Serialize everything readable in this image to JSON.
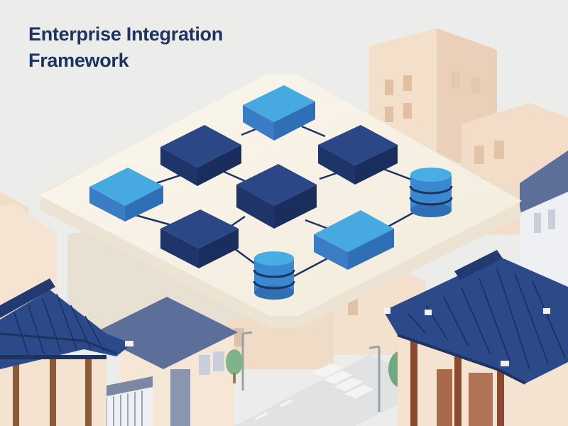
{
  "title": {
    "line1": "Enterprise Integration",
    "line2": "Framework"
  },
  "colors": {
    "background": "#ececeb",
    "title": "#1d3461",
    "platform": "#f7f1e6",
    "navy": "#263f7a",
    "blue": "#3fa0d6",
    "line": "#1d3461",
    "building_light": "#f6e2cf",
    "roof": "#2d4a88"
  },
  "illustration": {
    "platform": "network-platform",
    "nodes": [
      {
        "name": "node-top",
        "kind": "block",
        "tone": "blue"
      },
      {
        "name": "node-upper-left",
        "kind": "block",
        "tone": "navy"
      },
      {
        "name": "node-upper-right",
        "kind": "block",
        "tone": "navy"
      },
      {
        "name": "node-center",
        "kind": "block",
        "tone": "navy"
      },
      {
        "name": "node-left",
        "kind": "block",
        "tone": "blue"
      },
      {
        "name": "node-lower-left",
        "kind": "block",
        "tone": "navy"
      },
      {
        "name": "node-lower-right",
        "kind": "block",
        "tone": "blue"
      },
      {
        "name": "database-right",
        "kind": "database",
        "tone": "blue"
      },
      {
        "name": "database-bottom",
        "kind": "database",
        "tone": "blue"
      }
    ],
    "icons": [
      "building-icon",
      "hanok-roof-icon",
      "street-lamp-icon",
      "tree-icon",
      "crosswalk-icon",
      "database-icon"
    ]
  }
}
